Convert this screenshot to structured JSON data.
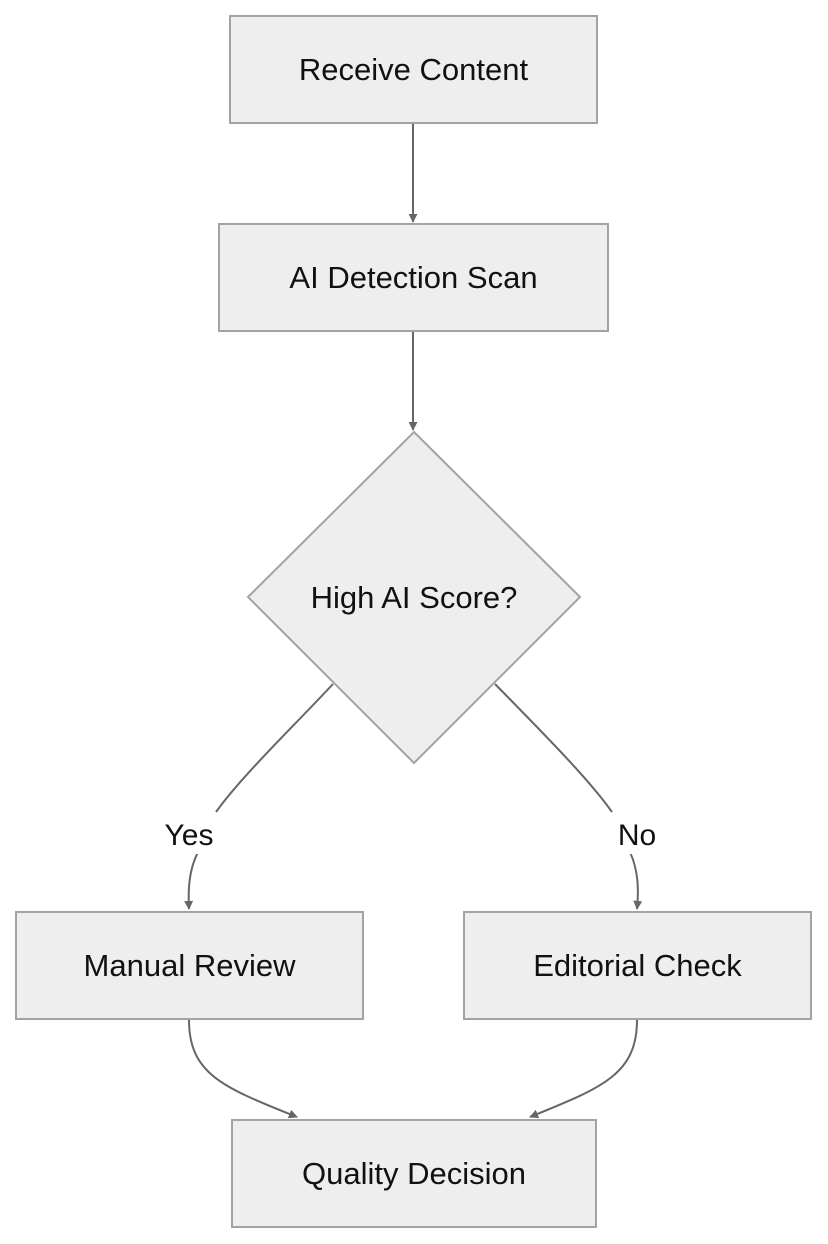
{
  "diagram": {
    "nodes": [
      {
        "id": "receive",
        "label": "Receive Content",
        "shape": "rect"
      },
      {
        "id": "scan",
        "label": "AI Detection Scan",
        "shape": "rect"
      },
      {
        "id": "decision",
        "label": "High AI Score?",
        "shape": "diamond"
      },
      {
        "id": "manual",
        "label": "Manual Review",
        "shape": "rect"
      },
      {
        "id": "editorial",
        "label": "Editorial Check",
        "shape": "rect"
      },
      {
        "id": "quality",
        "label": "Quality Decision",
        "shape": "rect"
      }
    ],
    "edges": [
      {
        "from": "receive",
        "to": "scan",
        "label": ""
      },
      {
        "from": "scan",
        "to": "decision",
        "label": ""
      },
      {
        "from": "decision",
        "to": "manual",
        "label": "Yes"
      },
      {
        "from": "decision",
        "to": "editorial",
        "label": "No"
      },
      {
        "from": "manual",
        "to": "quality",
        "label": ""
      },
      {
        "from": "editorial",
        "to": "quality",
        "label": ""
      }
    ],
    "colors": {
      "node_fill": "#eeeeee",
      "node_stroke": "#a3a3a3",
      "edge": "#666666",
      "text": "#111111"
    }
  }
}
